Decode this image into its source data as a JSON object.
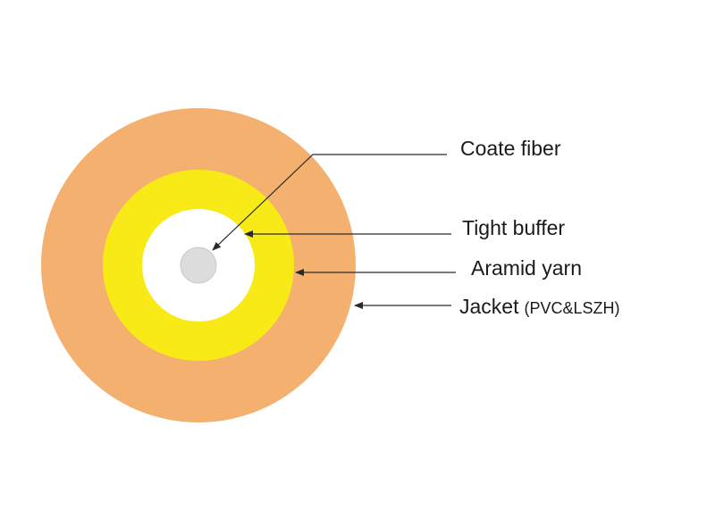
{
  "diagram": {
    "colors": {
      "jacket": "#f3b06f",
      "aramid_yarn": "#f7ea16",
      "tight_buffer": "#ffffff",
      "coated_fiber": "#dcdcdc",
      "outline": "#c9c9c9",
      "leader": "#2a2a2a",
      "text": "#1a1a1a"
    },
    "labels": {
      "coated_fiber": "Coate fiber",
      "tight_buffer": "Tight buffer",
      "aramid_yarn": "Aramid yarn",
      "jacket": "Jacket",
      "jacket_material": "(PVC&LSZH)"
    }
  }
}
